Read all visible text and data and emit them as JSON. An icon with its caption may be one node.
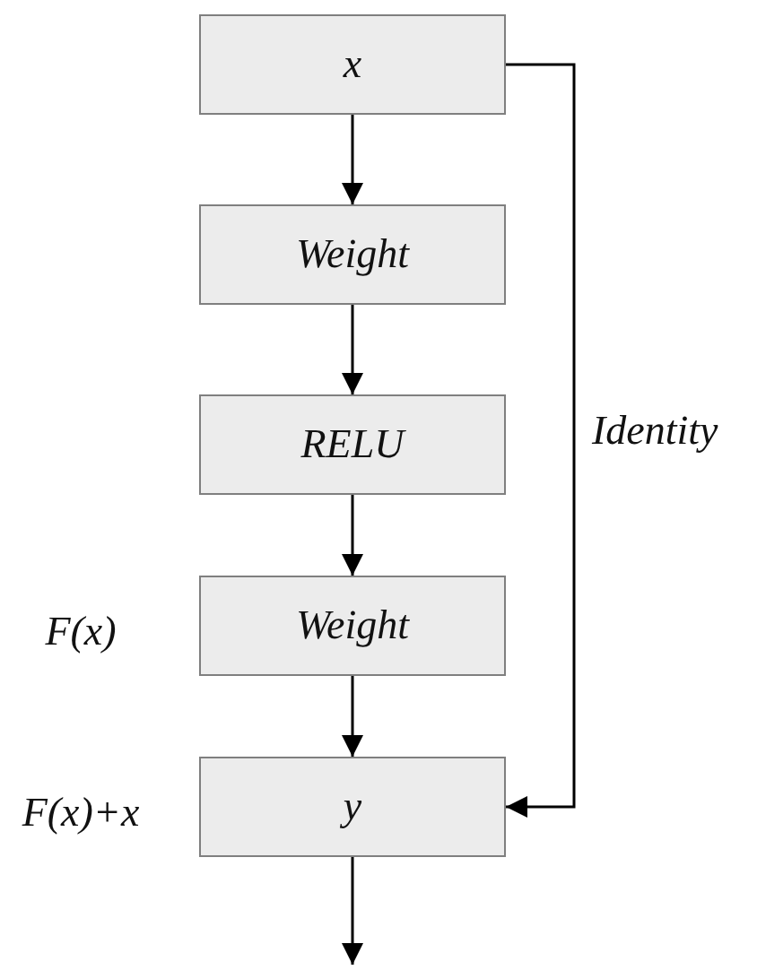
{
  "diagram": {
    "nodes": [
      {
        "text": [
          "x"
        ]
      },
      {
        "text": [
          "Weight"
        ]
      },
      {
        "text": [
          "RELU"
        ]
      },
      {
        "text": [
          "Weight"
        ],
        "beside": [
          "F(x)"
        ]
      },
      {
        "text": [
          "y"
        ],
        "beside": [
          "F(x)+x"
        ]
      }
    ],
    "edges": [
      {
        "from": 0,
        "to": 1,
        "arrow": "to"
      },
      {
        "from": 1,
        "to": 2,
        "arrow": "to"
      },
      {
        "from": 2,
        "to": 3,
        "arrow": "to"
      },
      {
        "from": 3,
        "to": 4,
        "arrow": "to"
      },
      {
        "from": 0,
        "to": 4,
        "arrow": "to",
        "label": "Identity"
      },
      {
        "from": 4,
        "to": null,
        "arrow": "to"
      }
    ]
  }
}
